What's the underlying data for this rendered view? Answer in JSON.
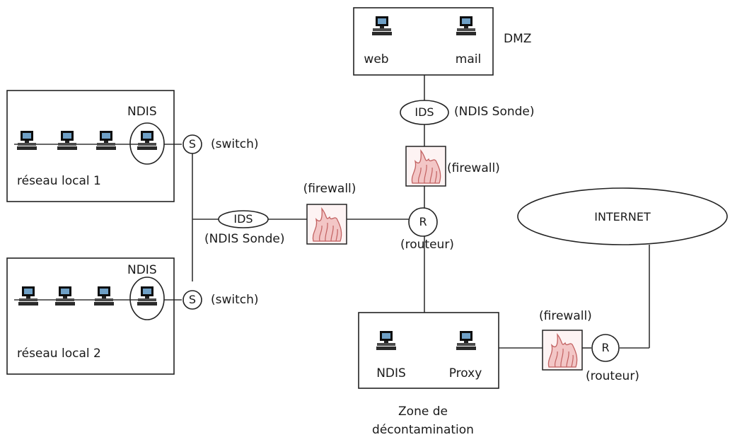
{
  "dmz": {
    "label": "DMZ",
    "hosts": [
      "web",
      "mail"
    ]
  },
  "lan1": {
    "label": "réseau local 1",
    "ndis": "NDIS",
    "switch_letter": "S",
    "switch_label": "(switch)"
  },
  "lan2": {
    "label": "réseau local 2",
    "ndis": "NDIS",
    "switch_letter": "S",
    "switch_label": "(switch)"
  },
  "ids_top": {
    "text": "IDS",
    "label": "(NDIS Sonde)"
  },
  "ids_left": {
    "text": "IDS",
    "label": "(NDIS Sonde)"
  },
  "firewall_top": {
    "label": "(firewall)"
  },
  "firewall_left": {
    "label": "(firewall)"
  },
  "firewall_right": {
    "label": "(firewall)"
  },
  "router_center": {
    "letter": "R",
    "label": "(routeur)"
  },
  "router_right": {
    "letter": "R",
    "label": "(routeur)"
  },
  "internet": {
    "label": "INTERNET"
  },
  "decontamination": {
    "hosts": [
      "NDIS",
      "Proxy"
    ],
    "caption_line1": "Zone de",
    "caption_line2": "décontamination"
  }
}
